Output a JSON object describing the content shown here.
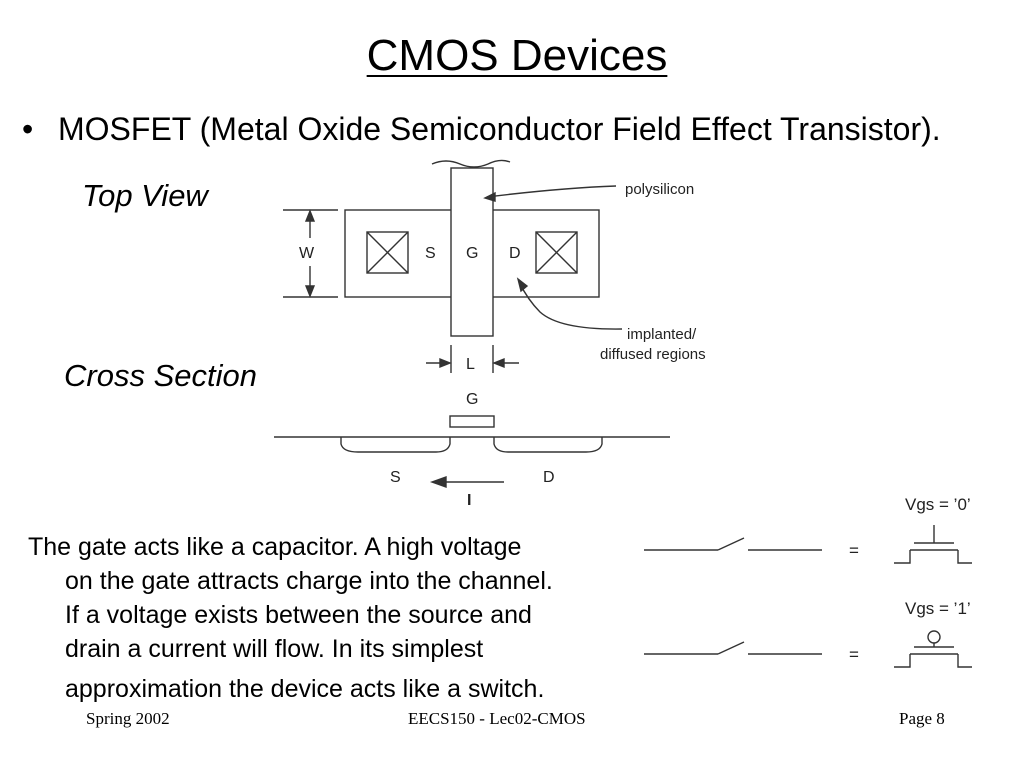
{
  "slide": {
    "title": "CMOS Devices",
    "bullet_marker": "•",
    "bullet_text": "MOSFET (Metal Oxide Semiconductor Field Effect Transistor).",
    "top_view_label": "Top View",
    "cross_section_label": "Cross Section"
  },
  "top_view": {
    "width_label": "W",
    "source_label": "S",
    "gate_label": "G",
    "drain_label": "D",
    "length_label": "L",
    "polysilicon_label": "polysilicon",
    "implanted_label_line1": "implanted/",
    "implanted_label_line2": "diffused regions"
  },
  "cross_section": {
    "gate_label": "G",
    "source_label": "S",
    "drain_label": "D",
    "current_label": "I"
  },
  "switches": {
    "off_label": "Vgs = ’0’",
    "on_label": "Vgs = ’1’",
    "equals_1": "=",
    "equals_2": "="
  },
  "paragraph": {
    "line1": "The gate acts like a capacitor. A high voltage",
    "line2": "on the gate attracts charge into the channel.",
    "line3": "If a voltage exists between the source and",
    "line4": "drain a current will flow. In its simplest",
    "line5": "approximation the device acts like a switch."
  },
  "footer": {
    "left": "Spring 2002",
    "center": "EECS150 - Lec02-CMOS",
    "right": "Page 8"
  }
}
